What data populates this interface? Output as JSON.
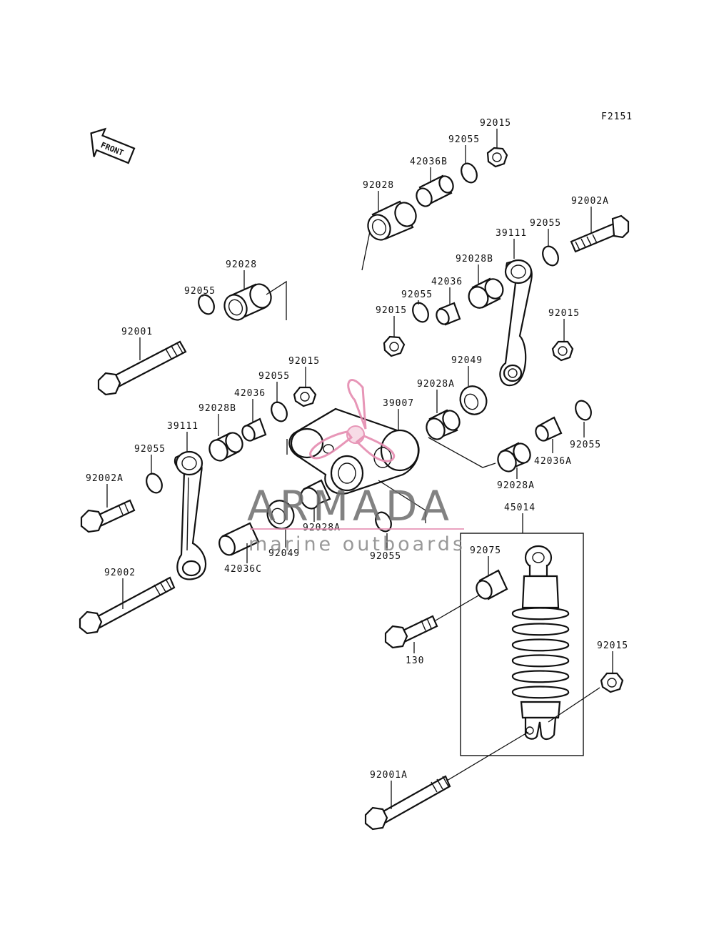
{
  "figure_code": "F2151",
  "front_label": "FRONT",
  "watermark": {
    "brand": "ARMADA",
    "tagline": "marine outboards",
    "accent_color": "#e58bb0",
    "text_color": "#6d6d6d"
  },
  "labels": [
    {
      "id": "l1",
      "text": "92015"
    },
    {
      "id": "l2",
      "text": "92055"
    },
    {
      "id": "l3",
      "text": "42036B"
    },
    {
      "id": "l4",
      "text": "92028"
    },
    {
      "id": "l5",
      "text": "92002A"
    },
    {
      "id": "l6",
      "text": "92055"
    },
    {
      "id": "l7",
      "text": "39111"
    },
    {
      "id": "l8",
      "text": "92028B"
    },
    {
      "id": "l9",
      "text": "42036"
    },
    {
      "id": "l10",
      "text": "92055"
    },
    {
      "id": "l11",
      "text": "92015"
    },
    {
      "id": "l12",
      "text": "92015"
    },
    {
      "id": "l13",
      "text": "92028"
    },
    {
      "id": "l14",
      "text": "92055"
    },
    {
      "id": "l15",
      "text": "92001"
    },
    {
      "id": "l16",
      "text": "92015"
    },
    {
      "id": "l17",
      "text": "92055"
    },
    {
      "id": "l18",
      "text": "42036"
    },
    {
      "id": "l19",
      "text": "92028B"
    },
    {
      "id": "l20",
      "text": "39111"
    },
    {
      "id": "l21",
      "text": "92055"
    },
    {
      "id": "l22",
      "text": "39007"
    },
    {
      "id": "l23",
      "text": "92028A"
    },
    {
      "id": "l24",
      "text": "92049"
    },
    {
      "id": "l25",
      "text": "92055"
    },
    {
      "id": "l26",
      "text": "42036A"
    },
    {
      "id": "l27",
      "text": "92028A"
    },
    {
      "id": "l28",
      "text": "92002A"
    },
    {
      "id": "l29",
      "text": "92028A"
    },
    {
      "id": "l30",
      "text": "92049"
    },
    {
      "id": "l31",
      "text": "42036C"
    },
    {
      "id": "l32",
      "text": "92055"
    },
    {
      "id": "l33",
      "text": "45014"
    },
    {
      "id": "l34",
      "text": "92075"
    },
    {
      "id": "l35",
      "text": "92002"
    },
    {
      "id": "l36",
      "text": "130"
    },
    {
      "id": "l37",
      "text": "92015"
    },
    {
      "id": "l38",
      "text": "92001A"
    }
  ]
}
